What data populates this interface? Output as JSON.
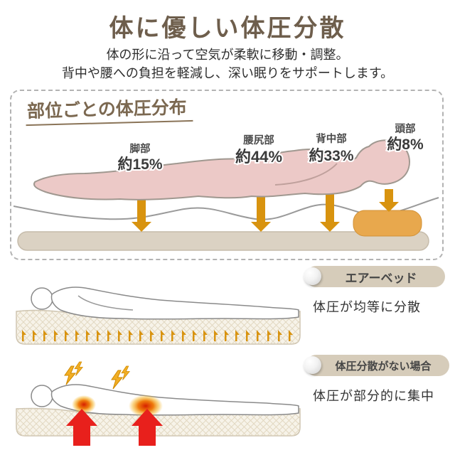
{
  "header": {
    "title": "体に優しい体圧分散",
    "subtitle_line1": "体の形に沿って空気が柔軟に移動・調整。",
    "subtitle_line2": "背中や腰への負担を軽減し、深い眠りをサポートします。"
  },
  "distribution": {
    "heading": "部位ごとの体圧分布",
    "parts": [
      {
        "part": "脚部",
        "value": "約15%"
      },
      {
        "part": "腰尻部",
        "value": "約44%"
      },
      {
        "part": "背中部",
        "value": "約33%"
      },
      {
        "part": "頭部",
        "value": "約8%"
      }
    ]
  },
  "airbed": {
    "badge": "エアーベッド",
    "description": "体圧が均等に分散"
  },
  "no_distribution": {
    "badge": "体圧分散がない場合",
    "description": "体圧が部分的に集中"
  },
  "colors": {
    "title_brown": "#6e5e4c",
    "body_pink": "#ecc9c7",
    "arrow_orange": "#d8930f",
    "pillow_orange": "#e8a84d",
    "mattress_beige": "#dbd2c3",
    "badge_beige": "#d6ccba",
    "alert_red": "#e8201c"
  }
}
